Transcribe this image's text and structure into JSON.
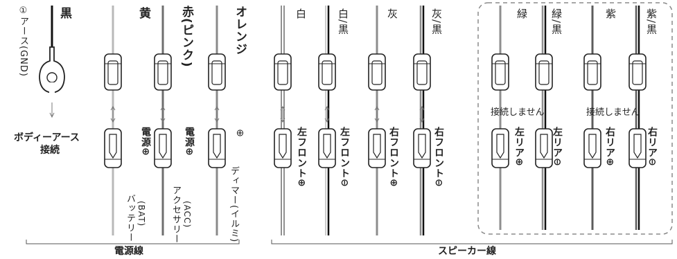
{
  "power": {
    "ground_label": "①アース(GND)",
    "black": "黒",
    "yellow": "黄",
    "red_pink": "赤(ピンク)",
    "orange": "オレンジ",
    "body_ground_1": "ボディーアース",
    "body_ground_2": "接続",
    "bat_plus": "電源⊕",
    "bat_name": "バッテリー",
    "bat_abbr": "(BAT)",
    "acc_plus": "電源⊕",
    "acc_name": "アクセサリー",
    "acc_abbr": "(ACC)",
    "dimmer_plus": "⊕",
    "dimmer_name": "ディマー(イルミ)",
    "group_label": "電源線"
  },
  "speaker": {
    "white": "白",
    "white_black": "白/黒",
    "gray": "灰",
    "gray_black": "灰/黒",
    "green": "緑",
    "green_black": "緑/黒",
    "purple": "紫",
    "purple_black": "紫/黒",
    "no_connect": "接続しません",
    "lf_plus": "左フロント⊕",
    "lf_minus": "左フロント⊖",
    "rf_plus": "右フロント⊕",
    "rf_minus": "右フロント⊖",
    "lr_plus": "左リア⊕",
    "lr_minus": "左リア⊖",
    "rr_plus": "右リア⊕",
    "rr_minus": "右リア⊖",
    "group_label": "スピーカー線"
  },
  "colors": {
    "black": "#111111",
    "yellow": "#b8b8b8",
    "red": "#6e6e6e",
    "orange": "#8a8a8a",
    "gray": "#8c8c8c",
    "green": "#8f8f8f",
    "purple": "#5c5c5c",
    "outline": "#222222",
    "dashed": "#8a8a8a"
  }
}
